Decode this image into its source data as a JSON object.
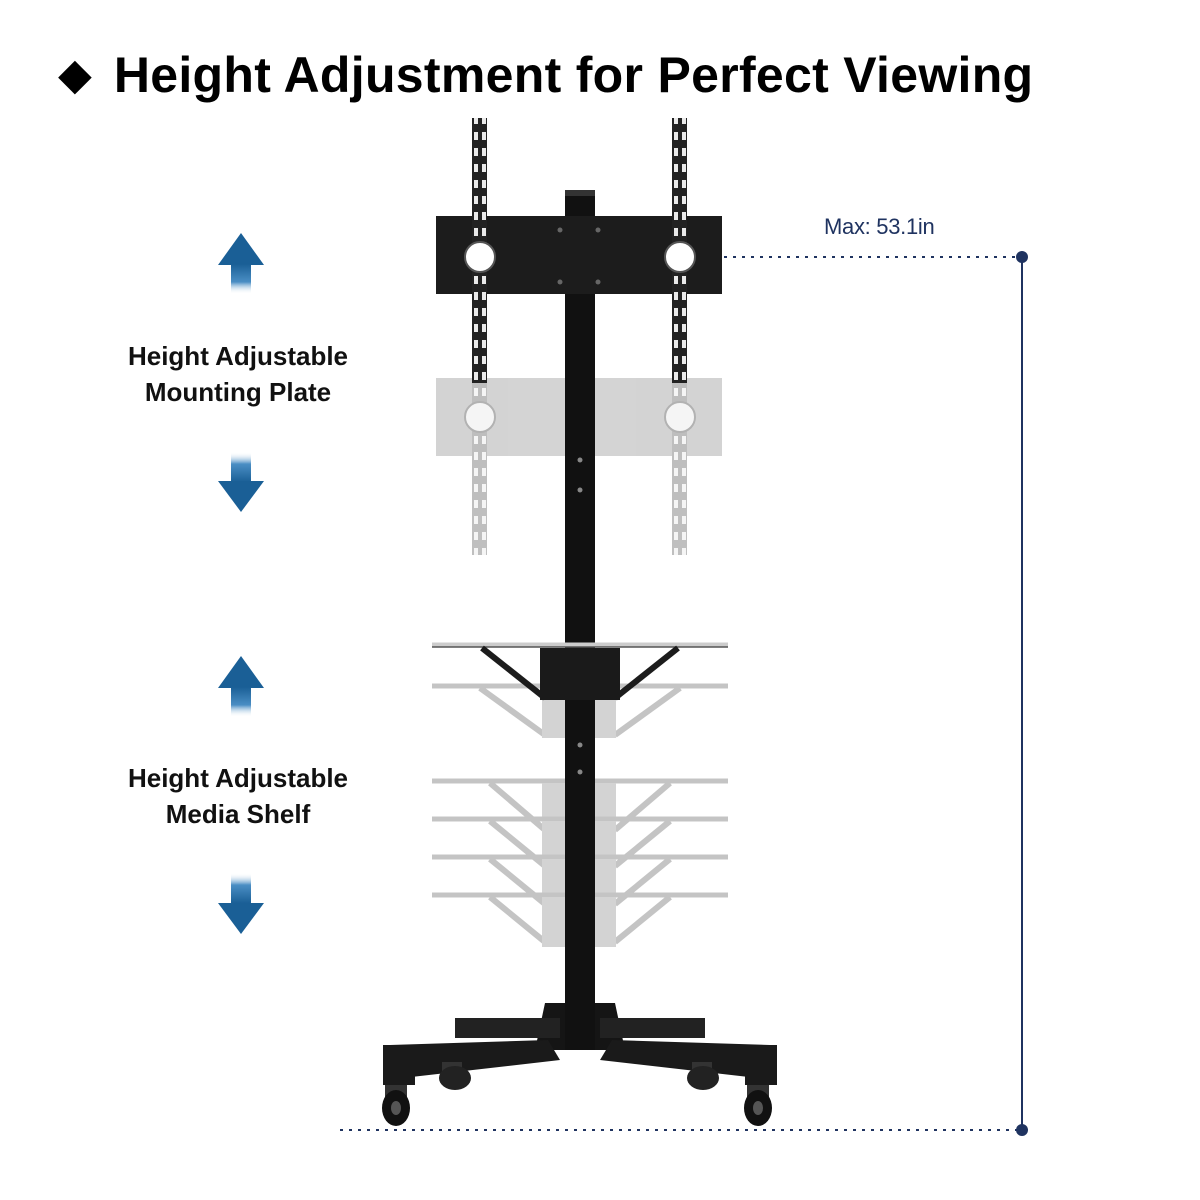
{
  "header": {
    "bullet_icon": "diamond-bullet-icon",
    "title": "Height Adjustment for Perfect Viewing"
  },
  "callouts": {
    "mounting_plate": {
      "line1": "Height Adjustable",
      "line2": "Mounting Plate"
    },
    "media_shelf": {
      "line1": "Height Adjustable",
      "line2": "Media Shelf"
    }
  },
  "dimension": {
    "label": "Max: 53.1in"
  },
  "icons": {
    "up": "arrow-up-icon",
    "down": "arrow-down-icon",
    "dimension_end": "dot-marker-icon"
  },
  "colors": {
    "arrow": "#1a5f96",
    "dimension": "#1f3360",
    "stand": "#111111",
    "ghost": "#bdbdbd"
  }
}
